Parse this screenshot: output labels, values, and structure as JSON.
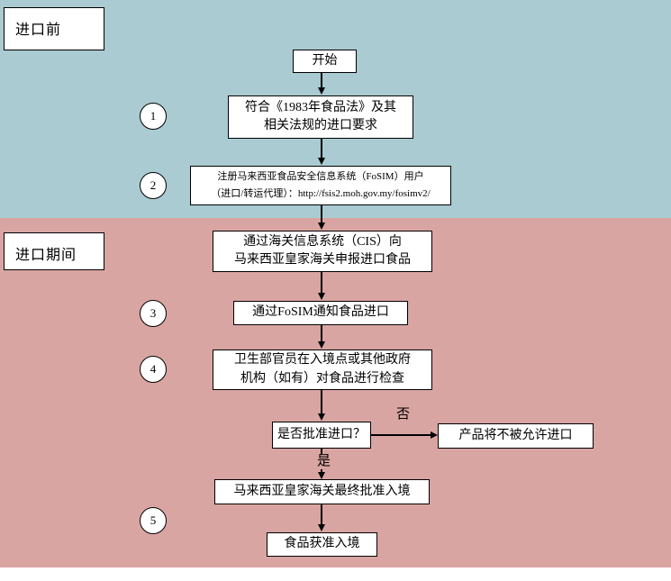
{
  "sections": {
    "before_import": "进口前",
    "during_import": "进口期间"
  },
  "colors": {
    "before_bg": "#a9cbd1",
    "during_bg": "#d9a5a2"
  },
  "flow": {
    "start": "开始",
    "comply": "符合《1983年食品法》及其\n相关法规的进口要求",
    "register": "注册马来西亚食品安全信息系统（FoSIM）用户\n（进口/转运代理）：http://fsis2.moh.gov.my/fosimv2/",
    "declare": "通过海关信息系统（CIS）向\n马来西亚皇家海关申报进口食品",
    "notify": "通过FoSIM通知食品进口",
    "inspect": "卫生部官员在入境点或其他政府\n机构（如有）对食品进行检查",
    "decision": "是否批准进口？",
    "no_label": "否",
    "rejected": "产品将不被允许进口",
    "yes_label": "是",
    "final_approval": "马来西亚皇家海关最终批准入境",
    "entry": "食品获准入境"
  },
  "step_numbers": [
    "1",
    "2",
    "3",
    "4",
    "5"
  ]
}
